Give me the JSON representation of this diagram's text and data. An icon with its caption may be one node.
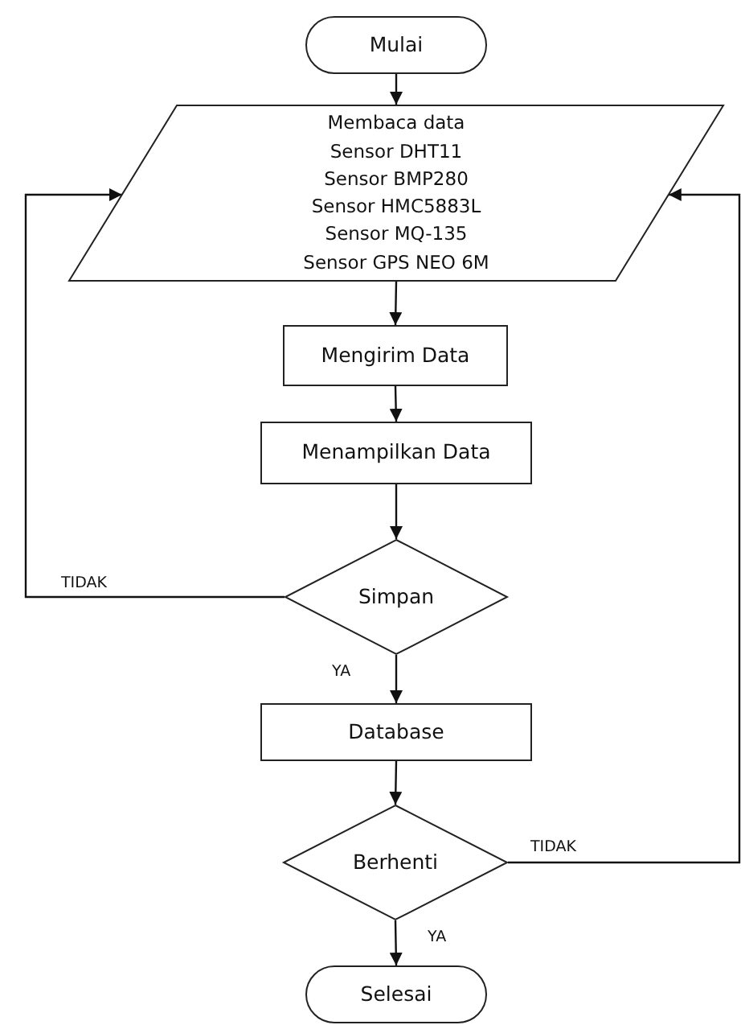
{
  "diagram": {
    "nodes": [
      {
        "text": [
          "Mulai"
        ]
      },
      {
        "text": [
          "Membaca data",
          "Sensor DHT11",
          "Sensor BMP280",
          "Sensor HMC5883L",
          "Sensor MQ-135",
          "Sensor GPS NEO 6M"
        ]
      },
      {
        "text": [
          "Mengirim Data"
        ]
      },
      {
        "text": [
          "Menampilkan Data"
        ]
      },
      {
        "text": [
          "Simpan"
        ]
      },
      {
        "text": [
          "Database"
        ]
      },
      {
        "text": [
          "Berhenti"
        ]
      },
      {
        "text": [
          "Selesai"
        ]
      }
    ],
    "edges": [
      {
        "from": 0,
        "to": 1,
        "arrow": "to"
      },
      {
        "from": 1,
        "to": 2,
        "arrow": "to"
      },
      {
        "from": 2,
        "to": 3,
        "arrow": "to"
      },
      {
        "from": 3,
        "to": 4,
        "arrow": "to"
      },
      {
        "from": 4,
        "to": 1,
        "arrow": "to",
        "label": "TIDAK"
      },
      {
        "from": 4,
        "to": 5,
        "arrow": "to",
        "label": "YA"
      },
      {
        "from": 5,
        "to": 6,
        "arrow": "to"
      },
      {
        "from": 6,
        "to": 1,
        "arrow": "to",
        "label": "TIDAK"
      },
      {
        "from": 6,
        "to": 7,
        "arrow": "to",
        "label": "YA"
      }
    ]
  }
}
